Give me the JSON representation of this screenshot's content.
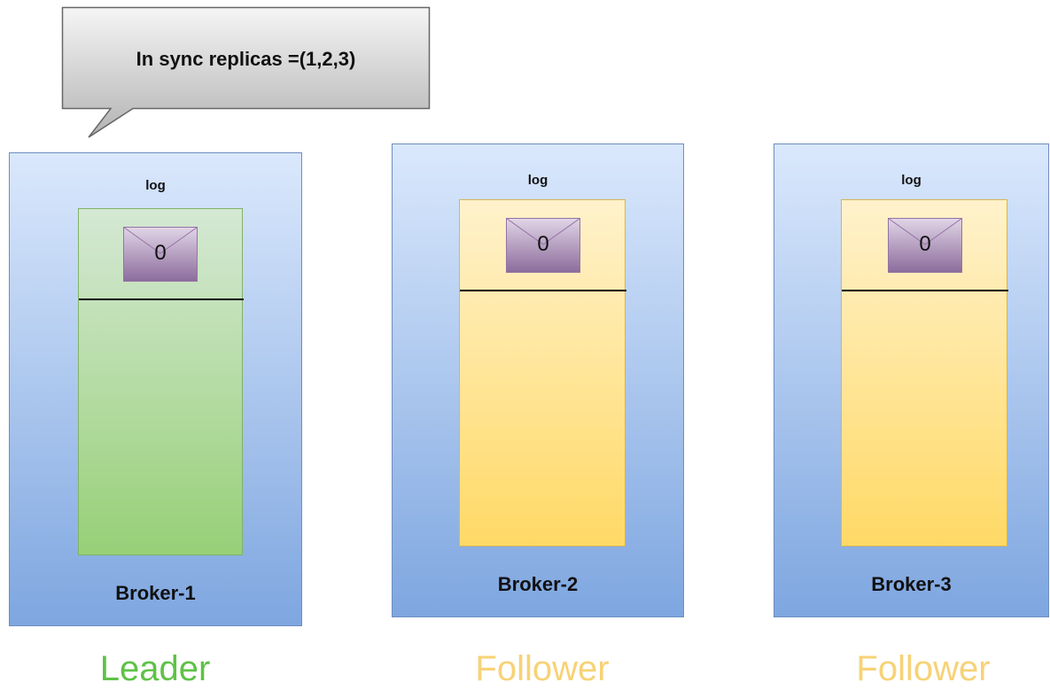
{
  "callout": {
    "text": "In sync replicas =(1,2,3)"
  },
  "brokers": [
    {
      "name": "Broker-1",
      "log_label": "log",
      "message_label": "0",
      "role": "Leader",
      "role_color": "#5ec246",
      "log_fill": "green"
    },
    {
      "name": "Broker-2",
      "log_label": "log",
      "message_label": "0",
      "role": "Follower",
      "role_color": "#f7d276",
      "log_fill": "yellow"
    },
    {
      "name": "Broker-3",
      "log_label": "log",
      "message_label": "0",
      "role": "Follower",
      "role_color": "#f7d276",
      "log_fill": "yellow"
    }
  ],
  "colors": {
    "broker_border": "#6c8ebf",
    "broker_fill_top": "#dae8fc",
    "broker_fill_bottom": "#7ea6e0",
    "leader_log_top": "#d5e8d4",
    "leader_log_bottom": "#97d077",
    "follower_log_top": "#fff2cc",
    "follower_log_bottom": "#ffd966",
    "message_top": "#e1d5e7",
    "message_bottom": "#8c6c9c",
    "callout_top": "#f5f5f5",
    "callout_bottom": "#b3b3b3"
  },
  "icons": {
    "message": "envelope-icon",
    "callout": "speech-bubble-icon"
  }
}
